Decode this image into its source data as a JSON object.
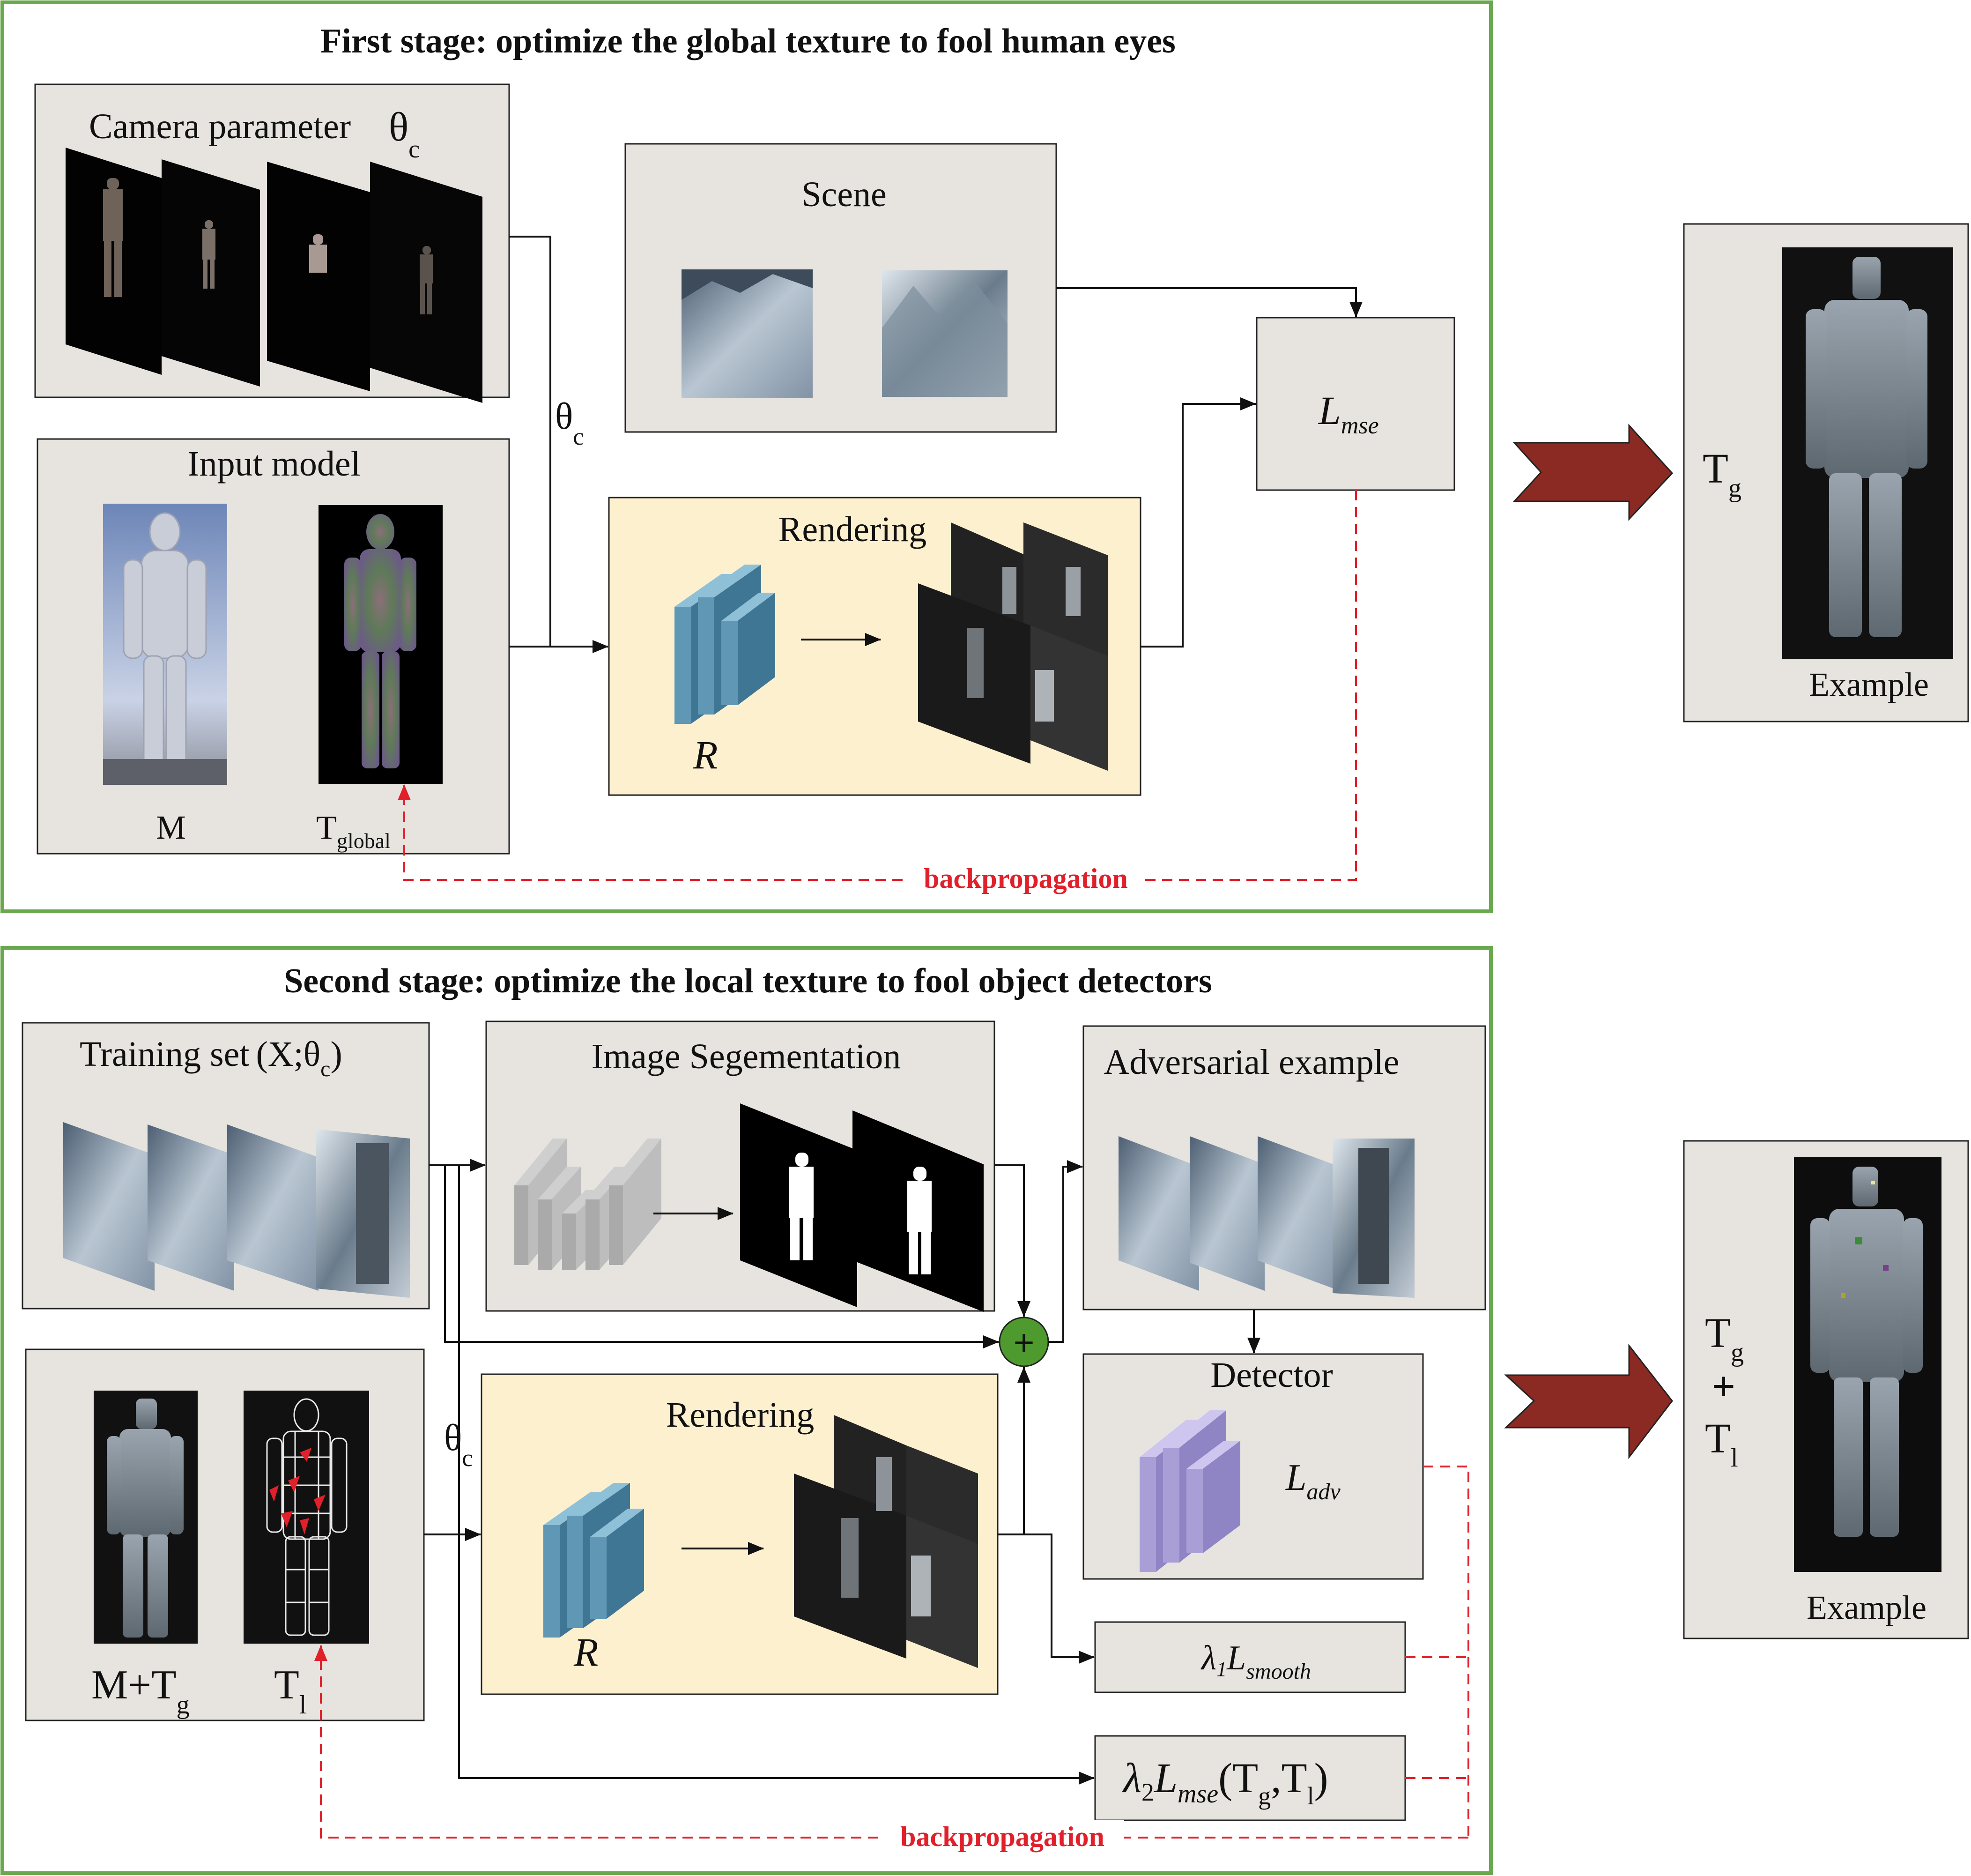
{
  "stage1": {
    "title": "First stage: optimize the global texture to fool human eyes",
    "camera": {
      "label": "Camera parameter",
      "theta_symbol": "θ",
      "theta_sub": "c"
    },
    "theta_arrow": {
      "symbol": "θ",
      "sub": "c"
    },
    "scene": {
      "label": "Scene"
    },
    "input_model": {
      "label": "Input model",
      "m_label": "M",
      "t_label": "T",
      "t_sub": "global"
    },
    "rendering": {
      "label": "Rendering",
      "symbol": "R"
    },
    "loss": {
      "L": "L",
      "sub": "mse"
    },
    "backprop": "backpropagation",
    "result": {
      "t_label": "T",
      "t_sub": "g",
      "example": "Example"
    }
  },
  "stage2": {
    "title": "Second stage: optimize the local texture to fool object detectors",
    "training": {
      "label_pre": "Training set",
      "label_open": "(X;",
      "theta": "θ",
      "theta_sub": "c",
      "label_close": ")"
    },
    "segmentation": {
      "label": "Image Segementation"
    },
    "adversarial": {
      "label": "Adversarial example"
    },
    "plus_symbol": "+",
    "detector": {
      "label": "Detector",
      "L": "L",
      "sub": "adv"
    },
    "model": {
      "m_label": "M+T",
      "m_sub": "g",
      "t_label": "T",
      "t_sub": "l"
    },
    "theta_arrow": {
      "symbol": "θ",
      "sub": "c"
    },
    "rendering": {
      "label": "Rendering",
      "symbol": "R"
    },
    "smooth": {
      "lambda": "λ",
      "lambda_sub": "1",
      "L": "L",
      "sub": "smooth"
    },
    "mse": {
      "lambda": "λ",
      "lambda_sub": "2",
      "L": "L",
      "sub": "mse",
      "args_open": "(T",
      "arg1_sub": "g",
      "comma": ",T",
      "arg2_sub": "l",
      "args_close": ")"
    },
    "backprop": "backpropagation",
    "result": {
      "t1": "T",
      "t1_sub": "g",
      "plus": "+",
      "t2": "T",
      "t2_sub": "l",
      "example": "Example"
    }
  },
  "colors": {
    "frame_green": "#6aa84f",
    "panel_gray": "#e7e4df",
    "render_yellow": "#fdf0cf",
    "arrow_red": "#8b2a23",
    "backprop_red": "#e0202a",
    "plus_green": "#4e9a2f",
    "layer_blue": "#5f97b5",
    "layer_gray": "#aaaaaa",
    "layer_purple": "#a99fd6"
  }
}
